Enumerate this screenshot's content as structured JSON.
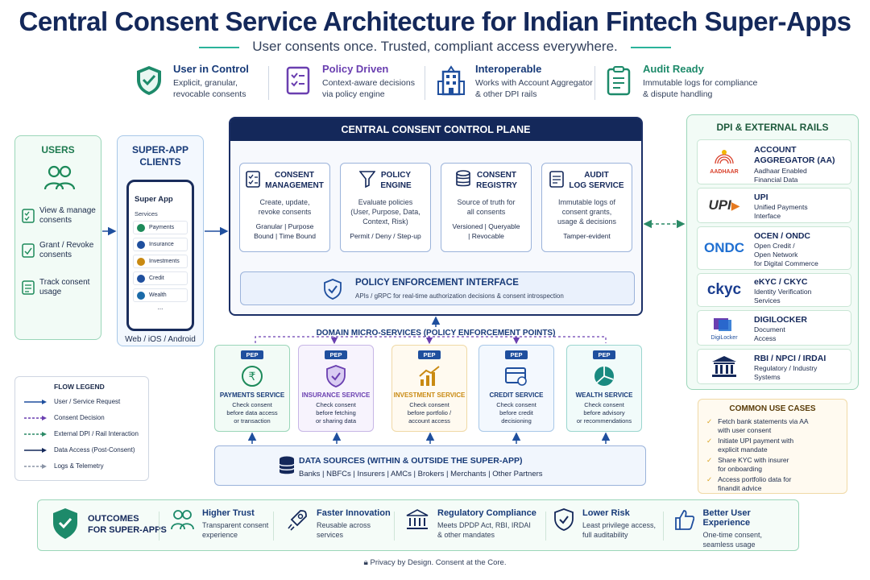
{
  "header": {
    "title": "Central Consent Service Architecture for Indian Fintech Super-Apps",
    "subtitle": "User consents once. Trusted, compliant access everywhere."
  },
  "pillars": [
    {
      "title": "User in Control",
      "desc1": "Explicit, granular,",
      "desc2": "revocable consents",
      "icon": "shield-check-icon"
    },
    {
      "title": "Policy Driven",
      "desc1": "Context-aware decisions",
      "desc2": "via policy engine",
      "icon": "policy-document-icon"
    },
    {
      "title": "Interoperable",
      "desc1": "Works with Account Aggregator",
      "desc2": "& other DPI rails",
      "icon": "building-icon"
    },
    {
      "title": "Audit Ready",
      "desc1": "Immutable logs for compliance",
      "desc2": "& dispute handling",
      "icon": "clipboard-icon"
    }
  ],
  "users": {
    "title": "USERS",
    "items": [
      {
        "l1": "View & manage",
        "l2": "consents"
      },
      {
        "l1": "Grant / Revoke",
        "l2": "consents"
      },
      {
        "l1": "Track consent",
        "l2": "usage"
      }
    ]
  },
  "clients": {
    "title1": "SUPER-APP",
    "title2": "CLIENTS",
    "phone_title": "Super App",
    "services_label": "Services",
    "services": [
      "Payments",
      "Insurance",
      "Investments",
      "Credit",
      "Wealth"
    ],
    "more": "...",
    "platforms": "Web / iOS / Android"
  },
  "control_plane": {
    "title": "CENTRAL CONSENT CONTROL PLANE",
    "services": [
      {
        "name1": "CONSENT",
        "name2": "MANAGEMENT",
        "desc1": "Create, update,",
        "desc2": "revoke consents",
        "tag1": "Granular  |  Purpose",
        "tag2": "Bound  |  Time Bound"
      },
      {
        "name1": "POLICY",
        "name2": "ENGINE",
        "desc1": "Evaluate policies",
        "desc2": "(User, Purpose, Data,",
        "desc3": "Context, Risk)",
        "tag1": "Permit / Deny / Step-up"
      },
      {
        "name1": "CONSENT",
        "name2": "REGISTRY",
        "desc1": "Source of truth for",
        "desc2": "all consents",
        "tag1": "Versioned  |  Queryable",
        "tag2": "|  Revocable"
      },
      {
        "name1": "AUDIT",
        "name2": "LOG SERVICE",
        "desc1": "Immutable logs of",
        "desc2": "consent grants,",
        "desc3": "usage & decisions",
        "tag1": "Tamper-evident"
      }
    ],
    "pei_title": "POLICY ENFORCEMENT INTERFACE",
    "pei_desc": "APIs / gRPC for real-time authorization decisions & consent introspection"
  },
  "micro": {
    "title": "DOMAIN MICRO-SERVICES (POLICY ENFORCEMENT POINTS)",
    "pep": "PEP",
    "items": [
      {
        "name": "PAYMENTS SERVICE",
        "d1": "Check consent",
        "d2": "before data access",
        "d3": "or transaction",
        "color": "#1d8a5a"
      },
      {
        "name": "INSURANCE SERVICE",
        "d1": "Check consent",
        "d2": "before fetching",
        "d3": "or sharing data",
        "color": "#6a3fb0"
      },
      {
        "name": "INVESTMENT SERVICE",
        "d1": "Check consent",
        "d2": "before portfolio /",
        "d3": "account access",
        "color": "#c98a12"
      },
      {
        "name": "CREDIT SERVICE",
        "d1": "Check consent",
        "d2": "before credit",
        "d3": "decisioning",
        "color": "#1f4f9e"
      },
      {
        "name": "WEALTH SERVICE",
        "d1": "Check consent",
        "d2": "before advisory",
        "d3": "or recommendations",
        "color": "#1a8a80"
      }
    ]
  },
  "data_sources": {
    "title": "DATA SOURCES (WITHIN & OUTSIDE THE SUPER-APP)",
    "desc": "Banks  |  NBFCs  |  Insurers  |  AMCs  |  Brokers  |  Merchants  |  Other Partners"
  },
  "dpi": {
    "title": "DPI & EXTERNAL RAILS",
    "rails": [
      {
        "n1": "ACCOUNT",
        "n2": "AGGREGATOR (AA)",
        "d1": "Aadhaar Enabled",
        "d2": "Financial Data",
        "logo": "AADHAAR"
      },
      {
        "n1": "UPI",
        "d1": "Unified Payments",
        "d2": "Interface",
        "logo": "UPI"
      },
      {
        "n1": "OCEN / ONDC",
        "d1": "Open Credit /",
        "d2": "Open Network",
        "d3": "for Digital Commerce",
        "logo": "ONDC"
      },
      {
        "n1": "eKYC / CKYC",
        "d1": "Identity Verification",
        "d2": "Services",
        "logo": "ckyc"
      },
      {
        "n1": "DIGILOCKER",
        "d1": "Document",
        "d2": "Access",
        "logo": "DigiLocker"
      },
      {
        "n1": "RBI / NPCI / IRDAI",
        "d1": "Regulatory / Industry",
        "d2": "Systems",
        "logo": ""
      }
    ]
  },
  "legend": {
    "title": "FLOW LEGEND",
    "items": [
      "User / Service Request",
      "Consent Decision",
      "External DPI / Rail Interaction",
      "Data Access (Post-Consent)",
      "Logs & Telemetry"
    ]
  },
  "use_cases": {
    "title": "COMMON USE CASES",
    "items": [
      {
        "l1": "Fetch bank statements via AA",
        "l2": "with user consent"
      },
      {
        "l1": "Initiate UPI payment with",
        "l2": "explicit mandate"
      },
      {
        "l1": "Share KYC with insurer",
        "l2": "for onboarding"
      },
      {
        "l1": "Access portfolio data for",
        "l2": "finandit advice"
      }
    ]
  },
  "outcomes": {
    "title1": "OUTCOMES",
    "title2": "FOR SUPER-APPS",
    "items": [
      {
        "t": "Higher Trust",
        "d1": "Transparent consent",
        "d2": "experience"
      },
      {
        "t": "Faster Innovation",
        "d1": "Reusable across",
        "d2": "services"
      },
      {
        "t": "Regulatory Compliance",
        "d1": "Meets DPDP Act, RBI, IRDAI",
        "d2": "& other mandates"
      },
      {
        "t": "Lower Risk",
        "d1": "Least privilege access,",
        "d2": "full auditability"
      },
      {
        "t": "Better User Experience",
        "d1": "One-time consent,",
        "d2": "seamless usage"
      }
    ]
  },
  "footer": "Privacy by Design. Consent at the Core.",
  "colors": {
    "navy": "#14285a",
    "green": "#2bb39a",
    "blue": "#1f4f9e"
  }
}
